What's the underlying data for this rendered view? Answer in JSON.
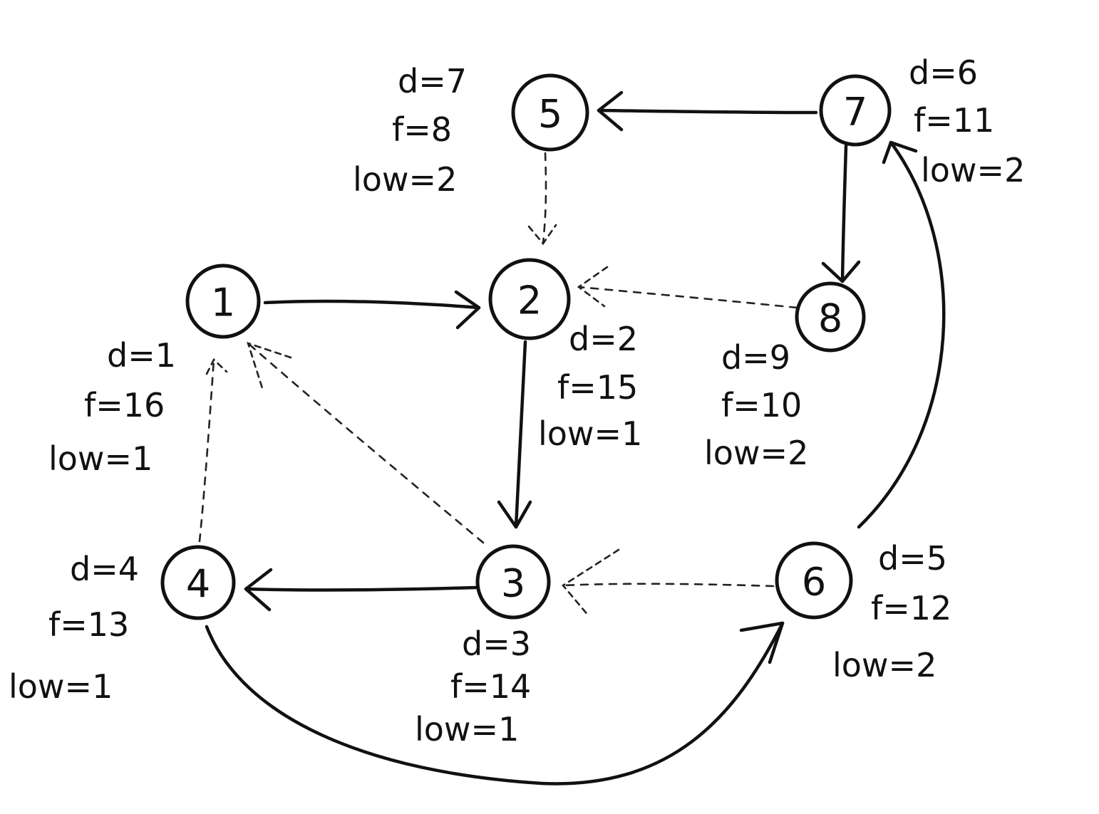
{
  "nodes": [
    {
      "id": "1",
      "label": "1",
      "d": "d=1",
      "f": "f=16",
      "low": "low=1"
    },
    {
      "id": "2",
      "label": "2",
      "d": "d=2",
      "f": "f=15",
      "low": "low=1"
    },
    {
      "id": "3",
      "label": "3",
      "d": "d=3",
      "f": "f=14",
      "low": "low=1"
    },
    {
      "id": "4",
      "label": "4",
      "d": "d=4",
      "f": "f=13",
      "low": "low=1"
    },
    {
      "id": "5",
      "label": "5",
      "d": "d=7",
      "f": "f=8",
      "low": "low=2"
    },
    {
      "id": "6",
      "label": "6",
      "d": "d=5",
      "f": "f=12",
      "low": "low=2"
    },
    {
      "id": "7",
      "label": "7",
      "d": "d=6",
      "f": "f=11",
      "low": "low=2"
    },
    {
      "id": "8",
      "label": "8",
      "d": "d=9",
      "f": "f=10",
      "low": "low=2"
    }
  ],
  "edges": [
    {
      "from": "1",
      "to": "2",
      "style": "solid"
    },
    {
      "from": "2",
      "to": "3",
      "style": "solid"
    },
    {
      "from": "3",
      "to": "4",
      "style": "solid"
    },
    {
      "from": "4",
      "to": "6",
      "style": "solid"
    },
    {
      "from": "6",
      "to": "7",
      "style": "solid"
    },
    {
      "from": "7",
      "to": "5",
      "style": "solid"
    },
    {
      "from": "7",
      "to": "8",
      "style": "solid"
    },
    {
      "from": "5",
      "to": "2",
      "style": "dashed"
    },
    {
      "from": "8",
      "to": "2",
      "style": "dashed"
    },
    {
      "from": "3",
      "to": "1",
      "style": "dashed"
    },
    {
      "from": "4",
      "to": "1",
      "style": "dashed"
    },
    {
      "from": "6",
      "to": "3",
      "style": "dashed"
    }
  ]
}
